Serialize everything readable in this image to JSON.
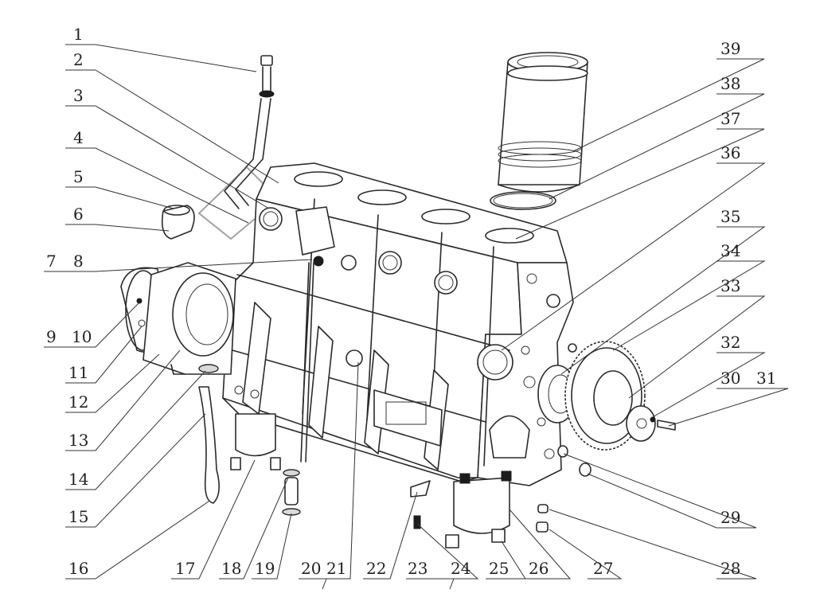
{
  "diagram": {
    "type": "exploded-parts-view",
    "labels": [
      {
        "id": "1",
        "text": "1"
      },
      {
        "id": "2",
        "text": "2"
      },
      {
        "id": "3",
        "text": "3"
      },
      {
        "id": "4",
        "text": "4"
      },
      {
        "id": "5",
        "text": "5"
      },
      {
        "id": "6",
        "text": "6"
      },
      {
        "id": "7",
        "text": "7"
      },
      {
        "id": "8",
        "text": "8"
      },
      {
        "id": "9",
        "text": "9"
      },
      {
        "id": "10",
        "text": "10"
      },
      {
        "id": "11",
        "text": "11"
      },
      {
        "id": "12",
        "text": "12"
      },
      {
        "id": "13",
        "text": "13"
      },
      {
        "id": "14",
        "text": "14"
      },
      {
        "id": "15",
        "text": "15"
      },
      {
        "id": "16",
        "text": "16"
      },
      {
        "id": "17",
        "text": "17"
      },
      {
        "id": "18",
        "text": "18"
      },
      {
        "id": "19",
        "text": "19"
      },
      {
        "id": "20",
        "text": "20"
      },
      {
        "id": "21",
        "text": "21"
      },
      {
        "id": "22",
        "text": "22"
      },
      {
        "id": "23",
        "text": "23"
      },
      {
        "id": "24",
        "text": "24"
      },
      {
        "id": "25",
        "text": "25"
      },
      {
        "id": "26",
        "text": "26"
      },
      {
        "id": "27",
        "text": "27"
      },
      {
        "id": "28",
        "text": "28"
      },
      {
        "id": "29",
        "text": "29"
      },
      {
        "id": "30",
        "text": "30"
      },
      {
        "id": "31",
        "text": "31"
      },
      {
        "id": "32",
        "text": "32"
      },
      {
        "id": "33",
        "text": "33"
      },
      {
        "id": "34",
        "text": "34"
      },
      {
        "id": "35",
        "text": "35"
      },
      {
        "id": "36",
        "text": "36"
      },
      {
        "id": "37",
        "text": "37"
      },
      {
        "id": "38",
        "text": "38"
      },
      {
        "id": "39",
        "text": "39"
      }
    ]
  }
}
